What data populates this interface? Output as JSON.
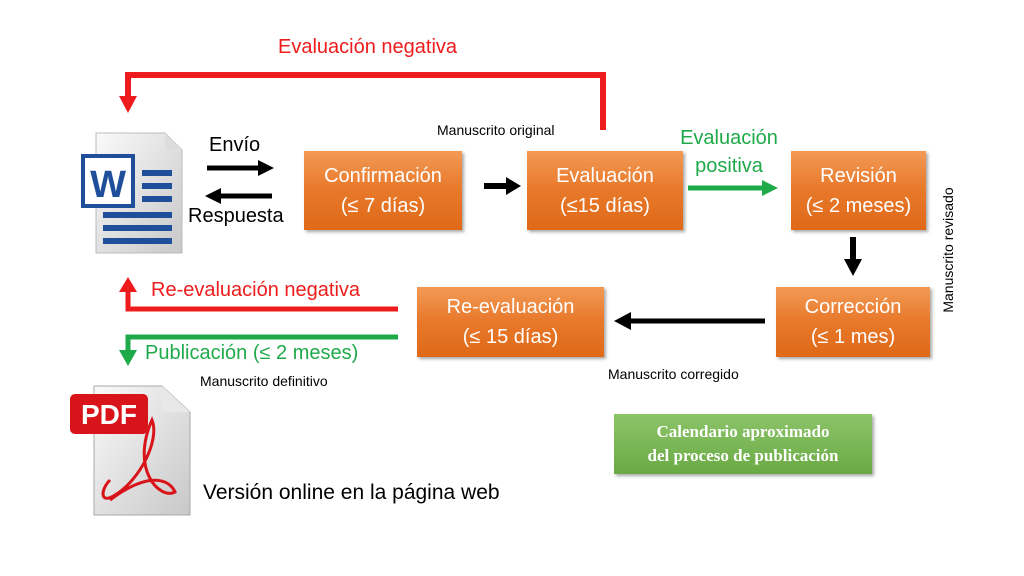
{
  "title_note": "Calendario aproximado del proceso de publicación",
  "steps": [
    {
      "name": "Confirmación",
      "time": "(≤ 7 días)"
    },
    {
      "name": "Evaluación",
      "time": "(≤15 días)"
    },
    {
      "name": "Revisión",
      "time": "(≤ 2 meses)"
    },
    {
      "name": "Corrección",
      "time": "(≤ 1 mes)"
    },
    {
      "name": "Re-evaluación",
      "time": "(≤ 15 días)"
    }
  ],
  "labels": {
    "negative": "Evaluación negativa",
    "original": "Manuscrito original",
    "positive_1": "Evaluación",
    "positive_2": "positiva",
    "send": "Envío",
    "reply": "Respuesta",
    "revised": "Manuscrito revisado",
    "corrected": "Manuscrito corregido",
    "re_negative": "Re-evaluación negativa",
    "publication": "Publicación (≤ 2 meses)",
    "definitive": "Manuscrito definitivo",
    "online": "Versión online en la página web"
  },
  "legend": {
    "line1": "Calendario aproximado",
    "line2": "del proceso de publicación"
  },
  "icons": {
    "word": "W",
    "pdf": "PDF"
  },
  "colors": {
    "red": "#ee1c1c",
    "green": "#1faa4a",
    "orange": "#e8782a"
  }
}
